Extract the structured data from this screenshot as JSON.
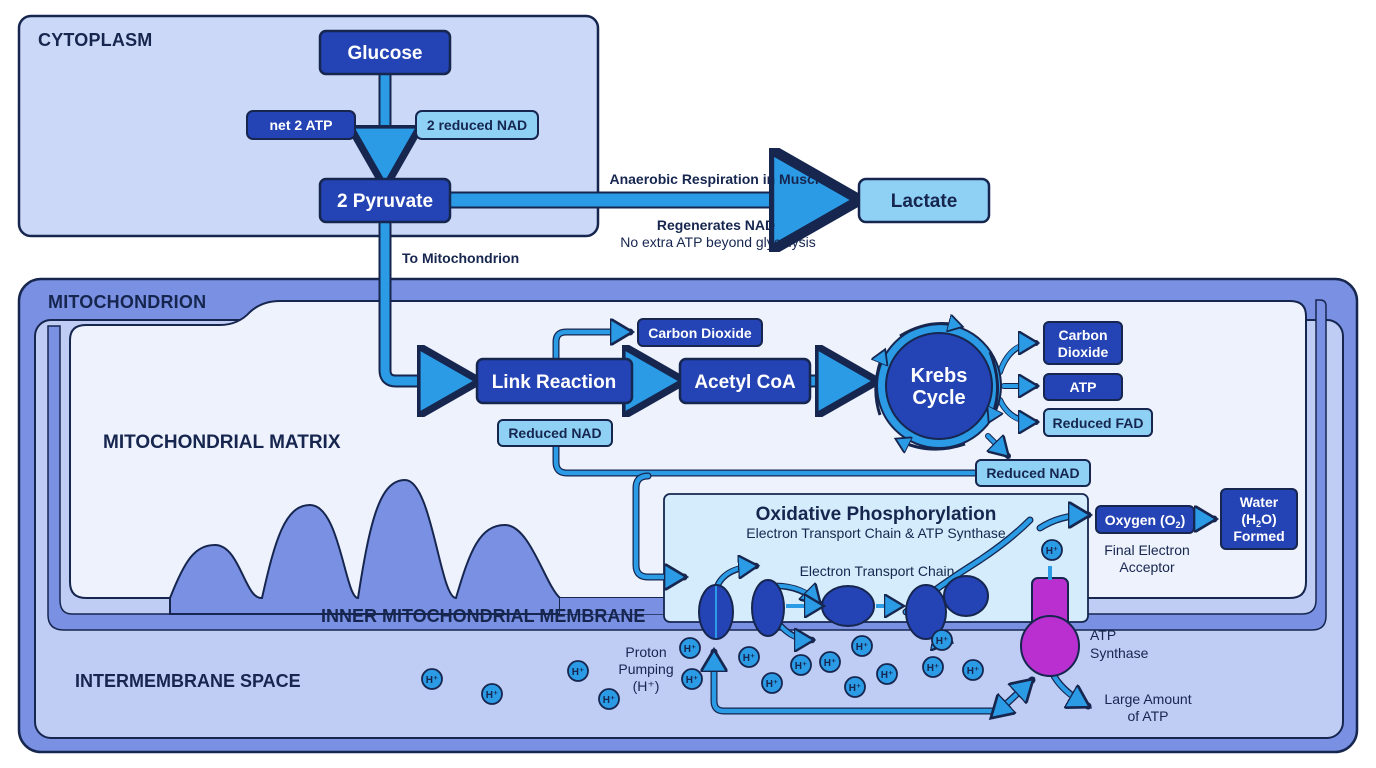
{
  "regions": {
    "cytoplasm": "CYTOPLASM",
    "mitochondrion": "MITOCHONDRION",
    "matrix": "MITOCHONDRIAL MATRIX",
    "inner_membrane": "INNER MITOCHONDRIAL MEMBRANE",
    "intermembrane": "INTERMEMBRANE SPACE"
  },
  "nodes": {
    "glucose": "Glucose",
    "net_atp": "net 2 ATP",
    "reduced_nad_glyc": "2 reduced NAD",
    "pyruvate": "2 Pyruvate",
    "lactate": "Lactate",
    "link_reaction": "Link Reaction",
    "acetyl_coa": "Acetyl CoA",
    "krebs_line1": "Krebs",
    "krebs_line2": "Cycle",
    "co2_link": "Carbon Dioxide",
    "reduced_nad_link": "Reduced NAD",
    "co2_krebs_line1": "Carbon",
    "co2_krebs_line2": "Dioxide",
    "atp_krebs": "ATP",
    "reduced_fad": "Reduced FAD",
    "reduced_nad_krebs": "Reduced NAD",
    "oxygen_prefix": "Oxygen (O",
    "oxygen_sub": "2",
    "oxygen_suffix": ")",
    "water_line1": "Water",
    "water_line2_prefix": "(H",
    "water_line2_sub": "2",
    "water_line2_suffix": "O)",
    "water_line3": "Formed"
  },
  "labels": {
    "anaerobic": "Anaerobic Respiration in Muscle",
    "regenerates": "Regenerates NAD",
    "no_extra_atp": "No extra ATP beyond glycolysis",
    "to_mito": "To Mitochondrion",
    "oxphos_title": "Oxidative Phosphorylation",
    "oxphos_sub": "Electron Transport Chain & ATP Synthase",
    "etc": "Electron Transport Chain",
    "final_acceptor_1": "Final Electron",
    "final_acceptor_2": "Acceptor",
    "atp_synthase_1": "ATP",
    "atp_synthase_2": "Synthase",
    "large_atp_1": "Large Amount",
    "large_atp_2": "of ATP",
    "proton_1": "Proton",
    "proton_2": "Pumping",
    "proton_3": "(H⁺)",
    "proton_symbol": "H⁺"
  },
  "colors": {
    "dark_node": "#2443b4",
    "light_node": "#8fd1f5",
    "arrow": "#2b9be6",
    "cytoplasm_bg": "#ccd8f7",
    "mito_outer": "#7a91e3",
    "intermembrane_bg": "#bfccf4",
    "matrix_bg": "#eef2fd",
    "oxphos_bg": "#d4ecfb",
    "atp_synthase": "#b92fcf",
    "outline": "#16264f"
  }
}
